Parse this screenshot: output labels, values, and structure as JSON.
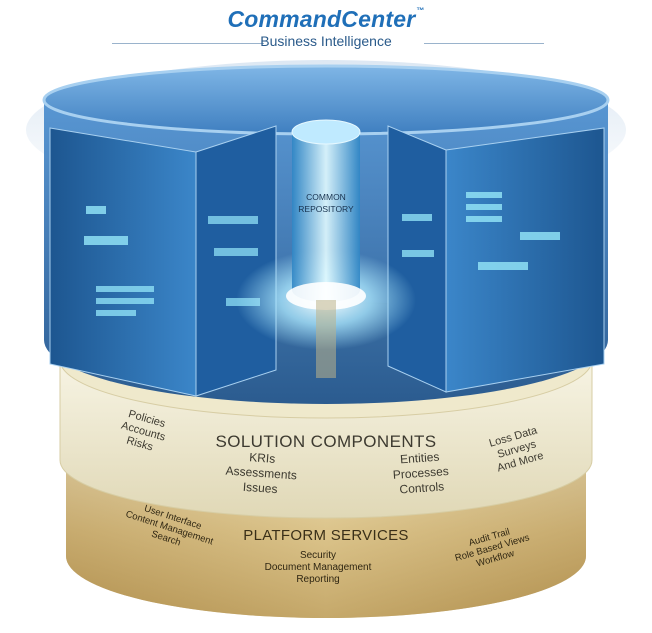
{
  "brand": {
    "title": "CommandCenter",
    "trademark": "™",
    "subtitle": "Business Intelligence"
  },
  "core": {
    "label_line1": "COMMON",
    "label_line2": "REPOSITORY"
  },
  "solution": {
    "title": "SOLUTION COMPONENTS",
    "group1": [
      "Policies",
      "Accounts",
      "Risks"
    ],
    "group2": [
      "KRIs",
      "Assessments",
      "Issues"
    ],
    "group3": [
      "Entities",
      "Processes",
      "Controls"
    ],
    "group4": [
      "Loss Data",
      "Surveys",
      "And More"
    ]
  },
  "platform": {
    "title": "PLATFORM SERVICES",
    "group1": [
      "User Interface",
      "Content Management",
      "Search"
    ],
    "group2": [
      "Security",
      "Document Management",
      "Reporting"
    ],
    "group3": [
      "Audit Trail",
      "Role Based Views",
      "Workflow"
    ]
  },
  "colors": {
    "brand_blue": "#1f6fb8",
    "panel_blue": "#1d5f9c",
    "cream": "#ece7cf",
    "gold": "#c9ab6a",
    "text_dark": "#3d3a30",
    "core_glow": "#cdf3ff"
  }
}
